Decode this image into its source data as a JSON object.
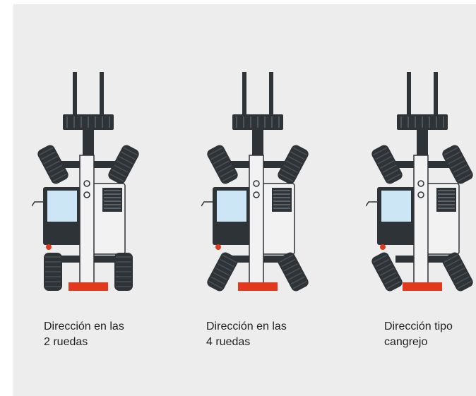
{
  "diagrams": [
    {
      "mode": "two",
      "caption": [
        "Dirección en las",
        "2 ruedas"
      ]
    },
    {
      "mode": "four",
      "caption": [
        "Dirección en las",
        "4 ruedas"
      ]
    },
    {
      "mode": "crab",
      "caption": [
        "Dirección tipo",
        "cangrejo"
      ]
    }
  ],
  "colors": {
    "background": "#ededed",
    "machine_dark": "#2e3338",
    "machine_light": "#f2f2f2",
    "cab_glass": "#cce6f5",
    "accent_red": "#e0391c"
  }
}
